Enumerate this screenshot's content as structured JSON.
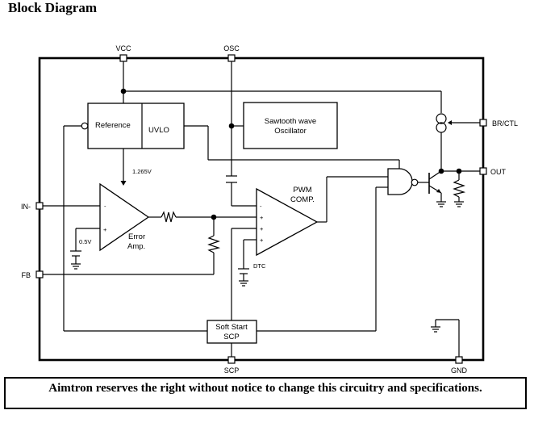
{
  "title": "Block Diagram",
  "pins": {
    "vcc": "VCC",
    "osc": "OSC",
    "in_minus": "IN-",
    "fb": "FB",
    "br_ctl": "BR/CTL",
    "out": "OUT",
    "scp": "SCP",
    "gnd": "GND"
  },
  "blocks": {
    "reference": "Reference",
    "uvlo": "UVLO",
    "oscillator_line1": "Sawtooth wave",
    "oscillator_line2": "Oscillator",
    "soft_start_line1": "Soft Start",
    "soft_start_line2": "SCP",
    "error_amp_line1": "Error",
    "error_amp_line2": "Amp.",
    "pwm_comp_line1": "PWM",
    "pwm_comp_line2": "COMP.",
    "dtc": "DTC"
  },
  "annotations": {
    "vref": "1.265V",
    "bias": "0.5V",
    "minus": "-",
    "plus": "+"
  },
  "notice": "Aimtron reserves the right without notice to change this circuitry and specifications."
}
